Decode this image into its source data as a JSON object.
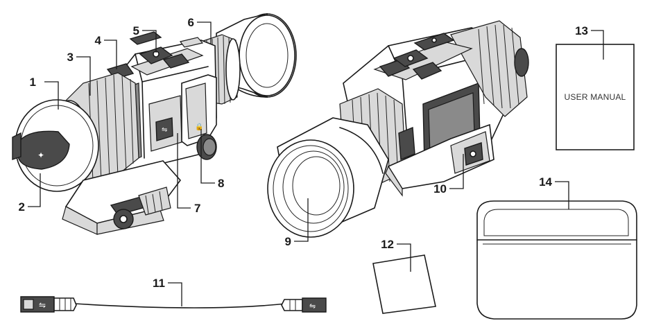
{
  "callouts": [
    {
      "id": "1",
      "label": "1"
    },
    {
      "id": "2",
      "label": "2"
    },
    {
      "id": "3",
      "label": "3"
    },
    {
      "id": "4",
      "label": "4"
    },
    {
      "id": "5",
      "label": "5"
    },
    {
      "id": "6",
      "label": "6"
    },
    {
      "id": "7",
      "label": "7"
    },
    {
      "id": "8",
      "label": "8"
    },
    {
      "id": "9",
      "label": "9"
    },
    {
      "id": "10",
      "label": "10"
    },
    {
      "id": "11",
      "label": "11"
    },
    {
      "id": "12",
      "label": "12"
    },
    {
      "id": "13",
      "label": "13"
    },
    {
      "id": "14",
      "label": "14"
    }
  ],
  "manual": {
    "text": "USER MANUAL"
  },
  "icons": {
    "usb_symbol": "usb-icon",
    "lock_symbol": "lock-icon"
  }
}
